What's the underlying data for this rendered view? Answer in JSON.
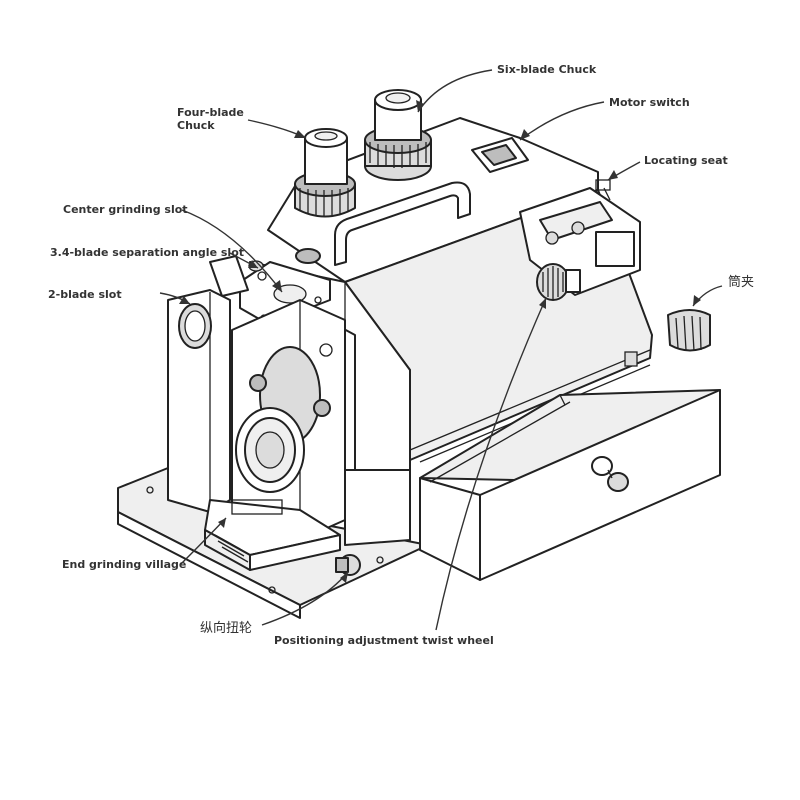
{
  "labels": {
    "six_blade_chuck": "Six-blade Chuck",
    "motor_switch": "Motor switch",
    "four_blade_chuck": "Four-blade\nChuck",
    "locating_seat": "Locating seat",
    "center_grinding_slot": "Center grinding slot",
    "separation_angle_slot": "3.4-blade separation angle slot",
    "two_blade_slot": "2-blade slot",
    "collet": "筒夹",
    "end_grinding_village": "End grinding village",
    "longitudinal_twist_wheel": "纵向扭轮",
    "positioning_adjustment_twist_wheel": "Positioning adjustment twist wheel"
  }
}
